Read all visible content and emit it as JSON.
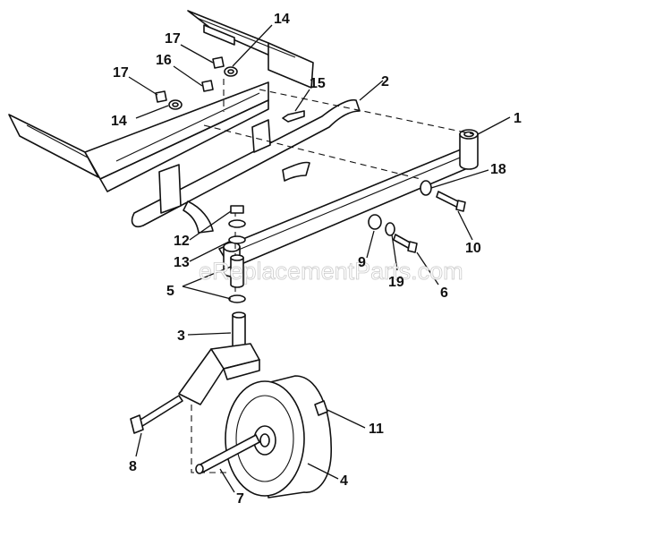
{
  "diagram": {
    "watermark": "eReplacementParts.com",
    "callouts": [
      {
        "id": "c1",
        "label": "1"
      },
      {
        "id": "c2",
        "label": "2"
      },
      {
        "id": "c3",
        "label": "3"
      },
      {
        "id": "c4",
        "label": "4"
      },
      {
        "id": "c5",
        "label": "5"
      },
      {
        "id": "c6",
        "label": "6"
      },
      {
        "id": "c7",
        "label": "7"
      },
      {
        "id": "c8",
        "label": "8"
      },
      {
        "id": "c9",
        "label": "9"
      },
      {
        "id": "c10",
        "label": "10"
      },
      {
        "id": "c11",
        "label": "11"
      },
      {
        "id": "c12",
        "label": "12"
      },
      {
        "id": "c13",
        "label": "13"
      },
      {
        "id": "c14a",
        "label": "14"
      },
      {
        "id": "c14b",
        "label": "14"
      },
      {
        "id": "c15",
        "label": "15"
      },
      {
        "id": "c16",
        "label": "16"
      },
      {
        "id": "c17a",
        "label": "17"
      },
      {
        "id": "c17b",
        "label": "17"
      },
      {
        "id": "c18",
        "label": "18"
      },
      {
        "id": "c19",
        "label": "19"
      }
    ]
  }
}
